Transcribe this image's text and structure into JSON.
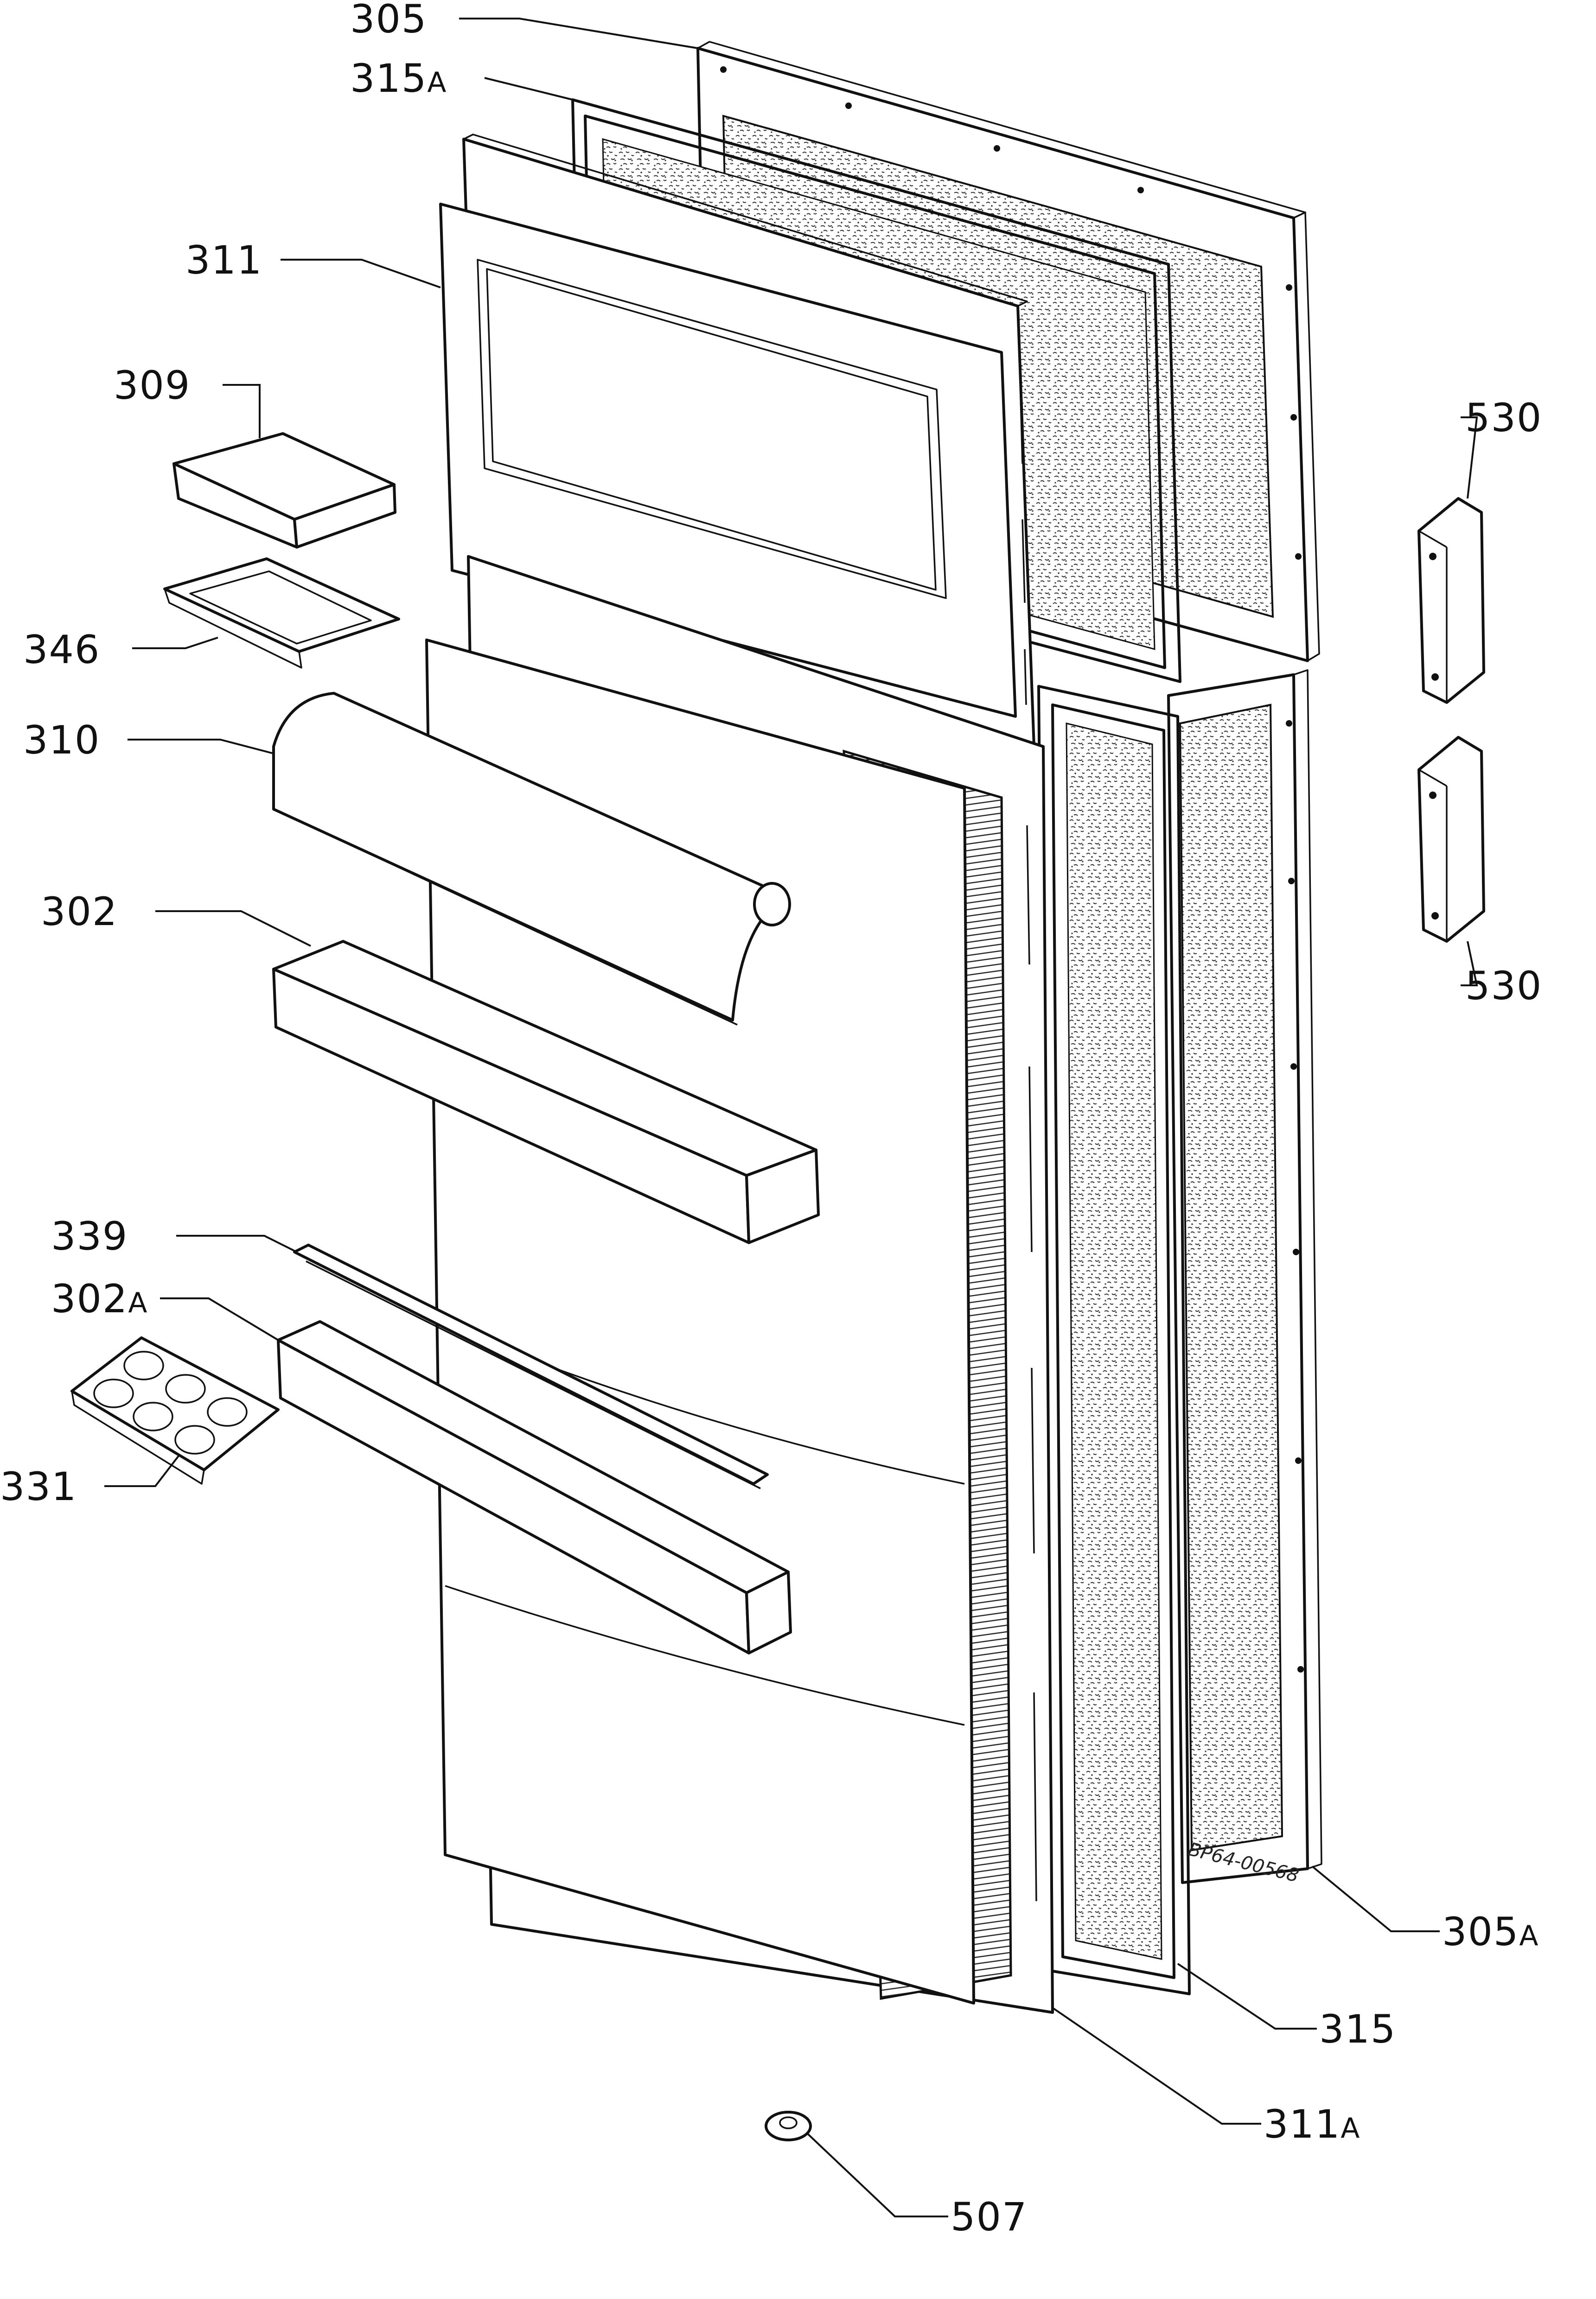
{
  "diagram": {
    "labels": [
      {
        "id": "l305",
        "num": "305",
        "suffix": ""
      },
      {
        "id": "l315a",
        "num": "315",
        "suffix": "A"
      },
      {
        "id": "l311",
        "num": "311",
        "suffix": ""
      },
      {
        "id": "l309",
        "num": "309",
        "suffix": ""
      },
      {
        "id": "l346",
        "num": "346",
        "suffix": ""
      },
      {
        "id": "l310",
        "num": "310",
        "suffix": ""
      },
      {
        "id": "l302",
        "num": "302",
        "suffix": ""
      },
      {
        "id": "l339",
        "num": "339",
        "suffix": ""
      },
      {
        "id": "l302a",
        "num": "302",
        "suffix": "A"
      },
      {
        "id": "l331",
        "num": "331",
        "suffix": ""
      },
      {
        "id": "l530t",
        "num": "530",
        "suffix": ""
      },
      {
        "id": "l530b",
        "num": "530",
        "suffix": ""
      },
      {
        "id": "l305a",
        "num": "305",
        "suffix": "A"
      },
      {
        "id": "l315",
        "num": "315",
        "suffix": ""
      },
      {
        "id": "l311a",
        "num": "311",
        "suffix": "A"
      },
      {
        "id": "l507",
        "num": "507",
        "suffix": ""
      }
    ],
    "drawing_code": "BP64-00568"
  }
}
